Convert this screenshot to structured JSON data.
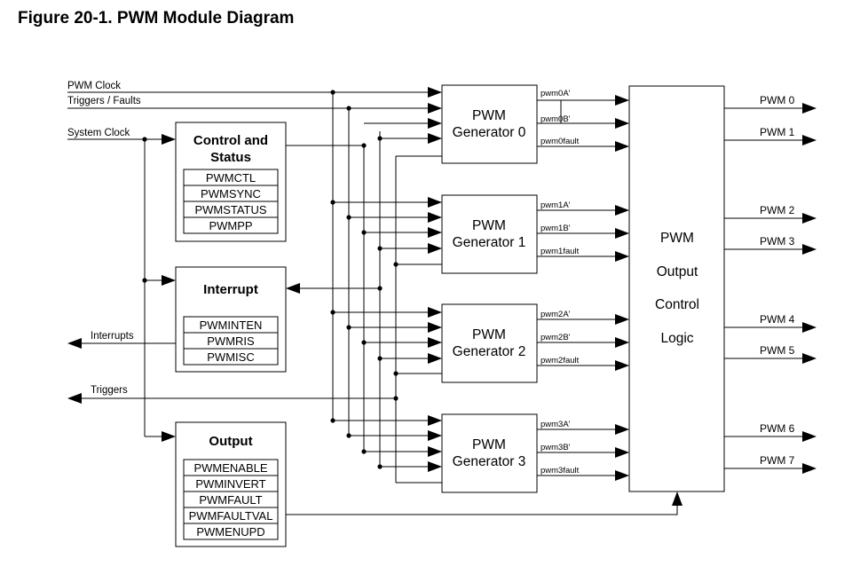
{
  "figure": {
    "title": "Figure 20-1. PWM Module Diagram"
  },
  "inputs": {
    "pwm_clock": "PWM Clock",
    "triggers_faults": "Triggers / Faults",
    "system_clock": "System Clock"
  },
  "outputs_left": {
    "interrupts": "Interrupts",
    "triggers": "Triggers"
  },
  "control_status": {
    "title_line1": "Control and",
    "title_line2": "Status",
    "registers": [
      "PWMCTL",
      "PWMSYNC",
      "PWMSTATUS",
      "PWMPP"
    ]
  },
  "interrupt": {
    "title": "Interrupt",
    "registers": [
      "PWMINTEN",
      "PWMRIS",
      "PWMISC"
    ]
  },
  "output": {
    "title": "Output",
    "registers": [
      "PWMENABLE",
      "PWMINVERT",
      "PWMFAULT",
      "PWMFAULTVAL",
      "PWMENUPD"
    ]
  },
  "generators": [
    {
      "line1": "PWM",
      "line2": "Generator 0",
      "signals": [
        "pwm0A'",
        "pwm0B'",
        "pwm0fault"
      ]
    },
    {
      "line1": "PWM",
      "line2": "Generator 1",
      "signals": [
        "pwm1A'",
        "pwm1B'",
        "pwm1fault"
      ]
    },
    {
      "line1": "PWM",
      "line2": "Generator 2",
      "signals": [
        "pwm2A'",
        "pwm2B'",
        "pwm2fault"
      ]
    },
    {
      "line1": "PWM",
      "line2": "Generator 3",
      "signals": [
        "pwm3A'",
        "pwm3B'",
        "pwm3fault"
      ]
    }
  ],
  "output_logic": {
    "lines": [
      "PWM",
      "Output",
      "Control",
      "Logic"
    ]
  },
  "pwm_outputs": [
    "PWM 0",
    "PWM 1",
    "PWM 2",
    "PWM 3",
    "PWM 4",
    "PWM 5",
    "PWM 6",
    "PWM 7"
  ]
}
